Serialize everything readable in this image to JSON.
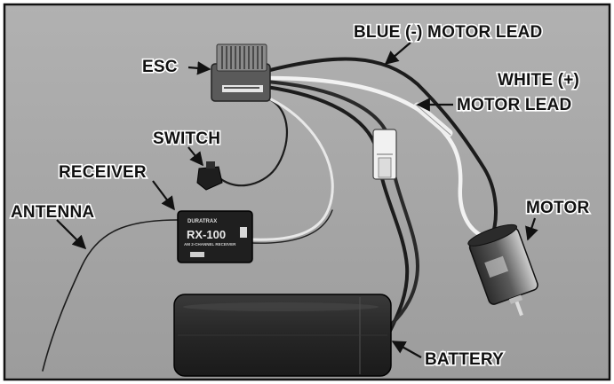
{
  "labels": {
    "esc": "ESC",
    "switch": "SWITCH",
    "receiver": "RECEIVER",
    "antenna": "ANTENNA",
    "blue_lead": "BLUE (-) MOTOR LEAD",
    "white_lead_1": "WHITE (+)",
    "white_lead_2": "MOTOR LEAD",
    "motor": "MOTOR",
    "battery": "BATTERY"
  },
  "receiver_text": {
    "brand": "DURATRAX",
    "model": "RX-100",
    "sub": "AM 2-CHANNEL RECEIVER"
  },
  "colors": {
    "background": "#a7a7a7",
    "border": "#111111",
    "wire_dark": "#1c1c1c",
    "wire_white": "#f2f2f2",
    "battery": "#2a2a2a",
    "esc_body": "#555555",
    "label_text": "#111111"
  }
}
